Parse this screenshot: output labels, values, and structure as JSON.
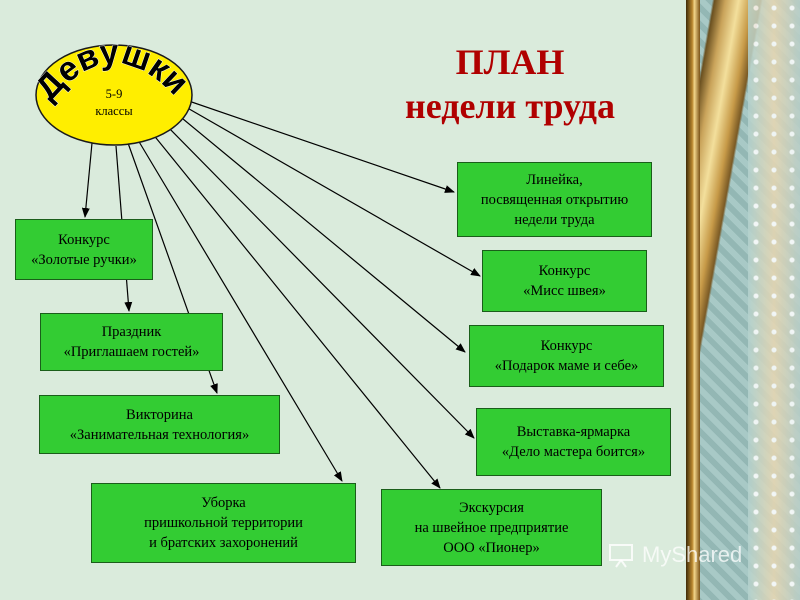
{
  "slide": {
    "title_lines": [
      "ПЛАН",
      "недели труда"
    ],
    "hub": {
      "label": "Девушки",
      "sub_lines": [
        "5-9",
        "классы"
      ]
    },
    "events": [
      {
        "id": "ev-lineika",
        "lines": [
          "Линейка,",
          "посвященная открытию",
          "недели труда"
        ]
      },
      {
        "id": "ev-miss-shveya",
        "lines": [
          "Конкурс",
          "«Мисс швея»"
        ]
      },
      {
        "id": "ev-podarok",
        "lines": [
          "Конкурс",
          "«Подарок маме и себе»"
        ]
      },
      {
        "id": "ev-vystavka",
        "lines": [
          "Выставка-ярмарка",
          "«Дело мастера боится»"
        ]
      },
      {
        "id": "ev-ekskursiya",
        "lines": [
          "Экскурсия",
          "на швейное предприятие",
          "ООО «Пионер»"
        ]
      },
      {
        "id": "ev-uborka",
        "lines": [
          "Уборка",
          "пришкольной территории",
          "и братских захоронений"
        ]
      },
      {
        "id": "ev-viktorina",
        "lines": [
          "Викторина",
          "«Занимательная технология»"
        ]
      },
      {
        "id": "ev-prazdnik",
        "lines": [
          "Праздник",
          "«Приглашаем гостей»"
        ]
      },
      {
        "id": "ev-zolotye",
        "lines": [
          "Конкурс",
          "«Золотые ручки»"
        ]
      }
    ],
    "colors": {
      "background": "#daebdc",
      "box_fill": "#33cc33",
      "hub_fill": "#ffee00",
      "title": "#b00000"
    }
  },
  "watermark": {
    "text": "MyShared"
  }
}
